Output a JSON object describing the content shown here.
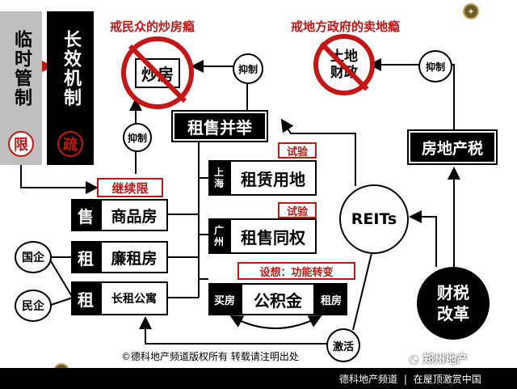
{
  "top_left": {
    "temp_control": "临时管制",
    "temp_control_seal": "限",
    "long_term": "长效机制",
    "long_term_seal": "疏"
  },
  "headings": {
    "quit_speculation": "戒民众的炒房瘾",
    "quit_land_sale": "戒地方政府的卖地瘾"
  },
  "no_signs": {
    "speculation": "炒房",
    "land_finance": "土地财政"
  },
  "suppress_labels": [
    "抑制",
    "抑制",
    "抑制"
  ],
  "central": {
    "rent_and_sale": "租售并举",
    "property_tax": "房地产税",
    "reits": "REITs",
    "fiscal_reform": "财税改革",
    "activate": "激活"
  },
  "pilots": {
    "shanghai_tag": "上海",
    "shanghai_item": "租赁用地",
    "pilot_badge_1": "试验",
    "guangzhou_tag": "广州",
    "guangzhou_item": "租售同权",
    "pilot_badge_2": "试验",
    "idea_badge": "设想：功能转变",
    "buy_house": "买房",
    "provident_fund": "公积金",
    "rent_house": "租房"
  },
  "left_stack": {
    "continue_limit": "继续限",
    "sell": "售",
    "commodity_housing": "商品房",
    "rent_1": "租",
    "low_rent_housing": "廉租房",
    "rent_2": "租",
    "long_rent_apartment": "长租公寓",
    "soe": "国企",
    "private": "民企"
  },
  "copyright": "©德科地产频道版权所有 转载请注明出处",
  "footer": {
    "channel": "德科地产频道",
    "slogan": "在屋顶激赏中国",
    "watermark": "郑州地产"
  },
  "colors": {
    "accent_red": "#c81414",
    "black": "#000000",
    "gray_panel": "#bfbfbf"
  }
}
